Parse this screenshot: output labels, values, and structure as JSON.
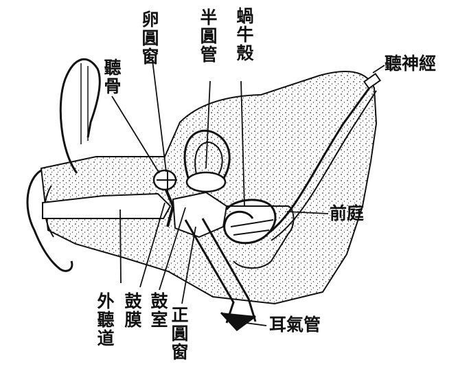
{
  "figure": {
    "labels": {
      "oval_window": "卵圓窗",
      "semicircular_canals": "半圓管",
      "cochlea": "蝸牛殼",
      "ossicles": "聽骨",
      "auditory_nerve": "聽神經",
      "vestibule": "前庭",
      "external_canal": "外聽道",
      "eardrum": "鼓膜",
      "tympanic_cavity": "鼓室",
      "round_window": "正圓窗",
      "eustachian_tube": "耳氣管"
    },
    "colors": {
      "ink": "#111111",
      "paper": "#ffffff",
      "stipple": "#3a3a3a"
    }
  }
}
